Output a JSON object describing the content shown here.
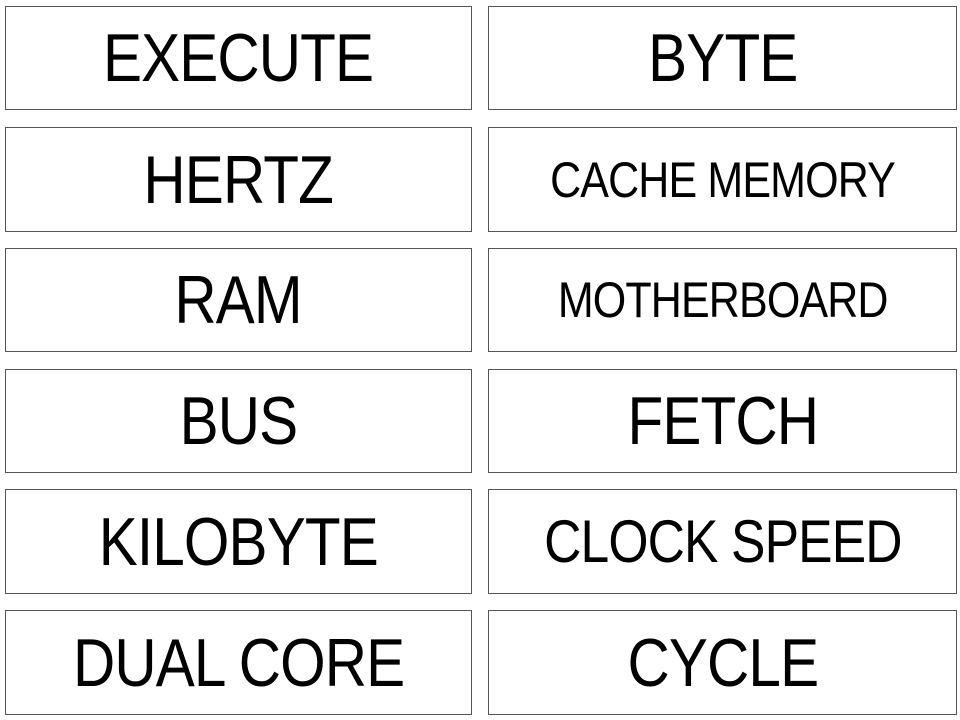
{
  "cards": [
    {
      "label": "EXECUTE"
    },
    {
      "label": "BYTE"
    },
    {
      "label": "HERTZ"
    },
    {
      "label": "CACHE MEMORY"
    },
    {
      "label": "RAM"
    },
    {
      "label": "MOTHERBOARD"
    },
    {
      "label": "BUS"
    },
    {
      "label": "FETCH"
    },
    {
      "label": "KILOBYTE"
    },
    {
      "label": "CLOCK SPEED"
    },
    {
      "label": "DUAL CORE"
    },
    {
      "label": "CYCLE"
    }
  ],
  "colors": {
    "background": "#ffffff",
    "border": "#555555",
    "text": "#000000"
  }
}
